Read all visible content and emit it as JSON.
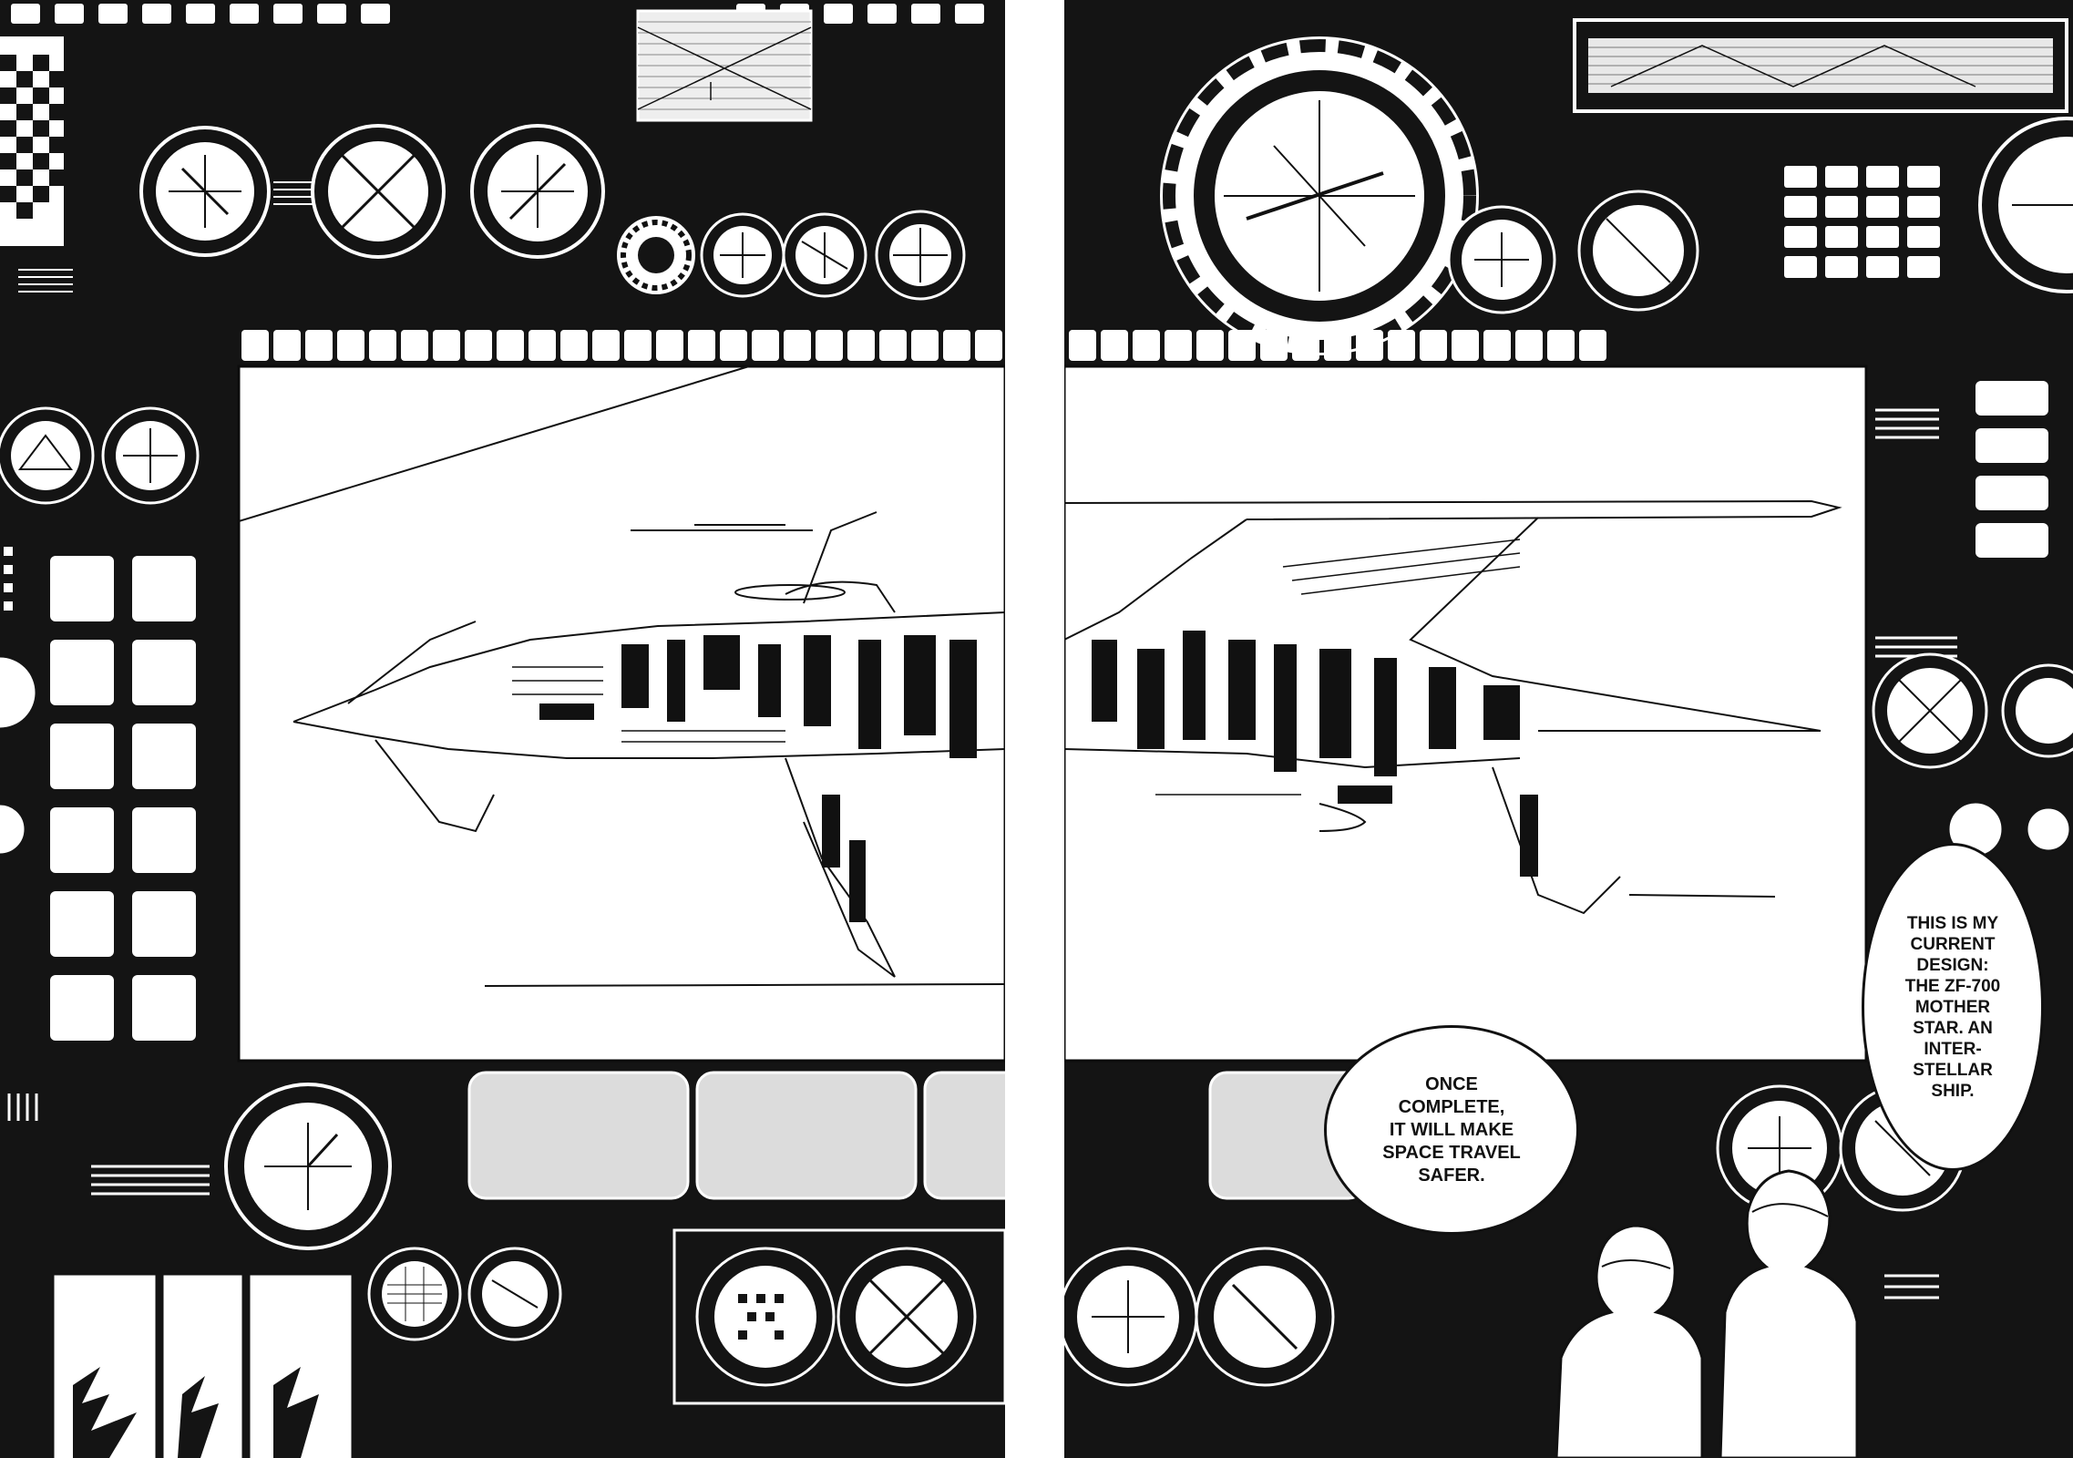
{
  "colors": {
    "ink": "#141414",
    "paper": "#ffffff",
    "screen_tint": "#dcdcdc"
  },
  "balloons": {
    "right_upper": {
      "lines": [
        "THIS IS MY",
        "CURRENT",
        "DESIGN:",
        "THE ZF-700",
        "MOTHER",
        "STAR. AN",
        "INTER-",
        "STELLAR",
        "SHIP."
      ]
    },
    "center_lower": {
      "lines": [
        "ONCE",
        "COMPLETE,",
        "IT WILL MAKE",
        "SPACE TRAVEL",
        "SAFER."
      ]
    }
  },
  "icons": {
    "gauges": "gauge-icon",
    "ship": "starship-cutaway-icon",
    "characters": "child-silhouette-icon"
  }
}
